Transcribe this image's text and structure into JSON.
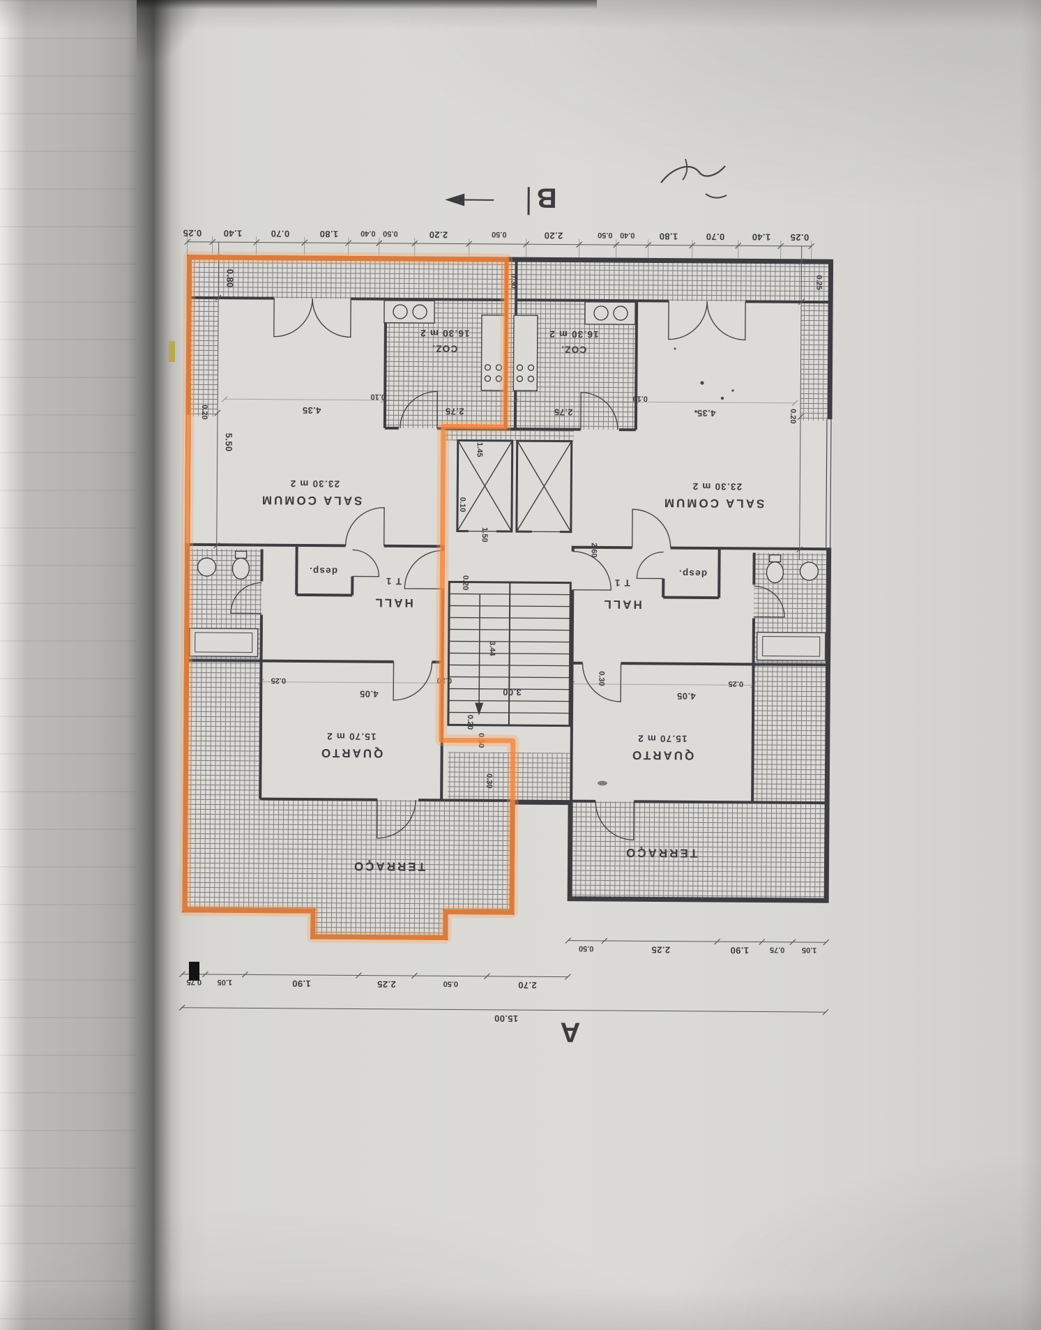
{
  "photo": {
    "highlight": "#f97f2e",
    "paper": "#d8d7d3",
    "ink": "#2e2e33"
  },
  "markers": {
    "a": "A",
    "b": "B"
  },
  "rooms": {
    "sala_l_name": "SALA COMUM",
    "sala_l_area": "23.30 m 2",
    "sala_r_name": "SALA COMUM",
    "sala_r_area": "23.30 m 2",
    "quarto_l_name": "QUARTO",
    "quarto_l_area": "15.70 m 2",
    "quarto_r_name": "QUARTO",
    "quarto_r_area": "15.70 m 2",
    "hall_l": "HALL",
    "hall_l_t": "T 1",
    "hall_r": "HALL",
    "hall_r_t": "T 1",
    "desp_l": "desp.",
    "desp_r": "desp.",
    "coz_l_name": "COZ.",
    "coz_l_area": "16.30 m 2",
    "coz_r_name": "COZ.",
    "coz_r_area": "16.30 m 2",
    "terraco_l": "TERRAÇO",
    "terraco_r": "TERRAÇO"
  },
  "dims": {
    "top": [
      "0.25",
      "1.40",
      "0.70",
      "1.80",
      "0.40",
      "0.50",
      "2.20",
      "0.50",
      "2.20",
      "0.50",
      "0.40",
      "1.80",
      "0.70",
      "1.40",
      "0.25"
    ],
    "bottom_near": [
      "2.70",
      "0.50",
      "2.25",
      "1.90",
      "1.05",
      "0.75"
    ],
    "bottom_far": [
      "1.05",
      "0.75",
      "1.90",
      "2.25",
      "0.50"
    ],
    "total": "15.00",
    "side": {
      "s1": "0.80",
      "s2": "5.50",
      "s3": "0.20",
      "s4": "0.20",
      "s5": "0.25"
    },
    "interior": {
      "i1": "4.35",
      "i2": "0.10",
      "i3": "2.75",
      "i4": "2.75",
      "i5": "0.10",
      "i6": "4.35",
      "i7": "4.05",
      "i8": "0.25",
      "i9": "4.05",
      "i10": "0.25"
    },
    "core": {
      "k1": "1.45",
      "k2": "0.10",
      "k3": "1.50",
      "k4": "2.60",
      "k5": "0.20",
      "k6": "3.44",
      "k7": "3.00",
      "k8": "0.20",
      "k9": "0.30",
      "k10": "0.50",
      "k11": "0.20",
      "k12": "0.30",
      "k13": "0.30"
    }
  }
}
